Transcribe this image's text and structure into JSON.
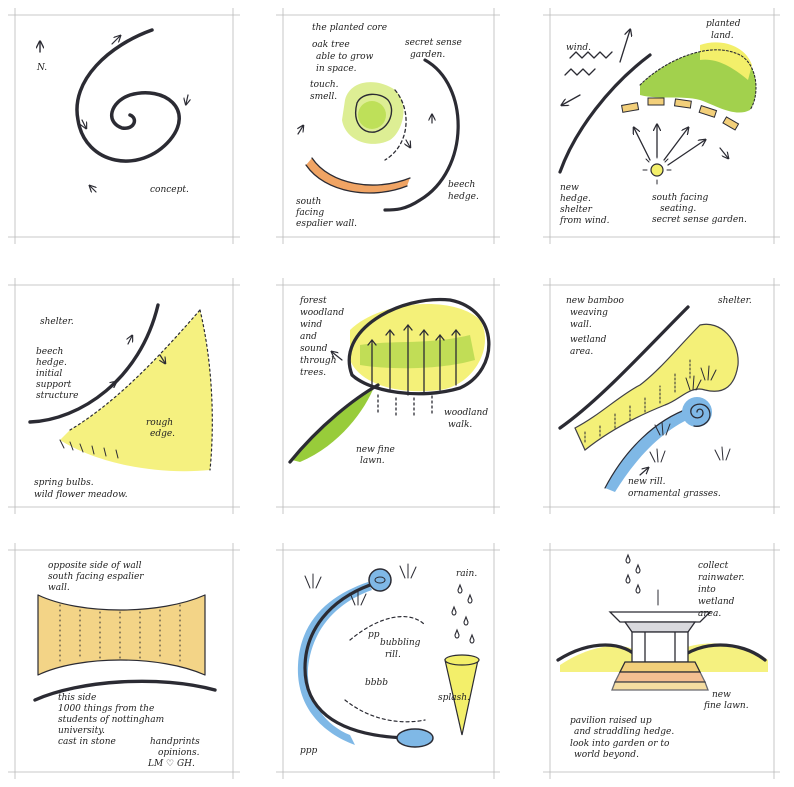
{
  "panels": [
    {
      "id": "p1",
      "notes": {
        "north": "N.",
        "concept": "concept."
      }
    },
    {
      "id": "p2",
      "notes": {
        "title": "the planted core",
        "oak1": "oak tree",
        "oak2": "able to grow",
        "oak3": "in space.",
        "secret1": "secret sense",
        "secret2": "garden.",
        "touch": "touch.",
        "smell": "smell.",
        "south1": "south",
        "south2": "facing",
        "south3": "espalier wall.",
        "beech1": "beech",
        "beech2": "hedge."
      }
    },
    {
      "id": "p3",
      "notes": {
        "planted1": "planted",
        "planted2": "land.",
        "wind": "wind.",
        "new1": "new",
        "new2": "hedge.",
        "new3": "shelter",
        "new4": "from wind.",
        "seat1": "south facing",
        "seat2": "seating.",
        "seat3": "secret sense garden."
      }
    },
    {
      "id": "p4",
      "notes": {
        "shelter": "shelter.",
        "beech1": "beech",
        "beech2": "hedge.",
        "beech3": "initial",
        "beech4": "support",
        "beech5": "structure",
        "rough1": "rough",
        "rough2": "edge.",
        "spring": "spring bulbs.",
        "meadow": "wild flower meadow."
      }
    },
    {
      "id": "p5",
      "notes": {
        "forest1": "forest",
        "forest2": "woodland",
        "forest3": "wind",
        "forest4": "and",
        "forest5": "sound",
        "forest6": "through",
        "forest7": "trees.",
        "walk1": "woodland",
        "walk2": "walk.",
        "lawn1": "new fine",
        "lawn2": "lawn."
      }
    },
    {
      "id": "p6",
      "notes": {
        "bamboo1": "new bamboo",
        "bamboo2": "weaving",
        "bamboo3": "wall.",
        "wet1": "wetland",
        "wet2": "area.",
        "shelter": "shelter.",
        "rill": "new rill.",
        "grasses": "ornamental grasses."
      }
    },
    {
      "id": "p7",
      "notes": {
        "side1": "opposite side of wall",
        "side2": "south facing espalier",
        "side3": "wall.",
        "this1": "this side",
        "this2": "1000 things from the",
        "this3": "students of nottingham",
        "this4": "university.",
        "this5": "cast in stone",
        "this6": "handprints",
        "this7": "opinions.",
        "sig": "LM ♡ GH."
      }
    },
    {
      "id": "p8",
      "notes": {
        "rain": "rain.",
        "bub1": "bubbling",
        "bub2": "rill.",
        "splash": "splash.",
        "pp": "pp",
        "bbbb": "bbbb",
        "ppp": "ppp"
      }
    },
    {
      "id": "p9",
      "notes": {
        "collect1": "collect",
        "collect2": "rainwater.",
        "collect3": "into",
        "collect4": "wetland",
        "collect5": "area.",
        "lawn1": "new",
        "lawn2": "fine lawn.",
        "pav1": "pavilion raised up",
        "pav2": "and straddling hedge.",
        "pav3": "look into garden or to",
        "pav4": "world beyond."
      }
    }
  ],
  "colors": {
    "ink": "#2b2b33",
    "yellow": "#f3ef6a",
    "green": "#98cc3a",
    "orange": "#f0a464",
    "blue": "#7fb8e6",
    "amber": "#f2cf7a",
    "guide": "#b9b9b9"
  }
}
